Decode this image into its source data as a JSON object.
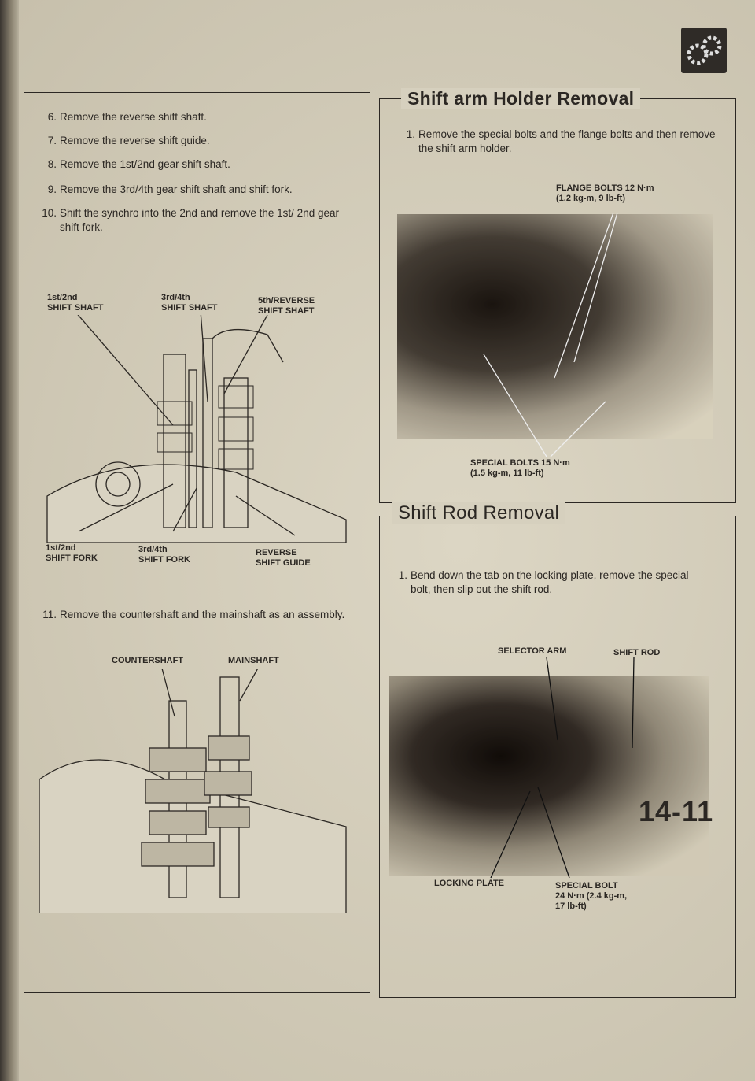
{
  "logo": "gear-icon",
  "left": {
    "steps": [
      {
        "num": "6.",
        "text": "Remove the reverse shift shaft."
      },
      {
        "num": "7.",
        "text": "Remove the reverse shift guide."
      },
      {
        "num": "8.",
        "text": "Remove the 1st/2nd gear shift shaft."
      },
      {
        "num": "9.",
        "text": "Remove the 3rd/4th gear shift shaft and shift fork."
      },
      {
        "num": "10.",
        "text": "Shift the synchro into the 2nd and remove the 1st/ 2nd gear shift fork."
      }
    ],
    "fig1": {
      "l1": "1st/2nd\nSHIFT SHAFT",
      "l2": "3rd/4th\nSHIFT SHAFT",
      "l3": "5th/REVERSE\nSHIFT SHAFT",
      "l4": "1st/2nd\nSHIFT FORK",
      "l5": "3rd/4th\nSHIFT FORK",
      "l6": "REVERSE\nSHIFT GUIDE"
    },
    "step11": {
      "num": "11.",
      "text": "Remove the countershaft and the mainshaft as an assembly."
    },
    "fig2": {
      "l1": "COUNTERSHAFT",
      "l2": "MAINSHAFT"
    }
  },
  "holder": {
    "title": "Shift arm Holder Removal",
    "step": {
      "num": "1.",
      "text": "Remove the special bolts and the flange bolts and then remove the shift arm holder."
    },
    "flange": "FLANGE BOLTS 12 N·m\n(1.2 kg-m, 9 lb-ft)",
    "special": "SPECIAL BOLTS 15 N·m\n(1.5 kg-m, 11 lb-ft)"
  },
  "rod": {
    "title": "Shift Rod Removal",
    "step": {
      "num": "1.",
      "text": "Bend down the tab on the locking plate, remove the special bolt, then slip out the shift rod."
    },
    "selector": "SELECTOR ARM",
    "shiftrod": "SHIFT ROD",
    "locking": "LOCKING PLATE",
    "bolt": "SPECIAL BOLT\n24 N·m (2.4 kg-m,\n17 lb-ft)"
  },
  "page_number": "14-11"
}
